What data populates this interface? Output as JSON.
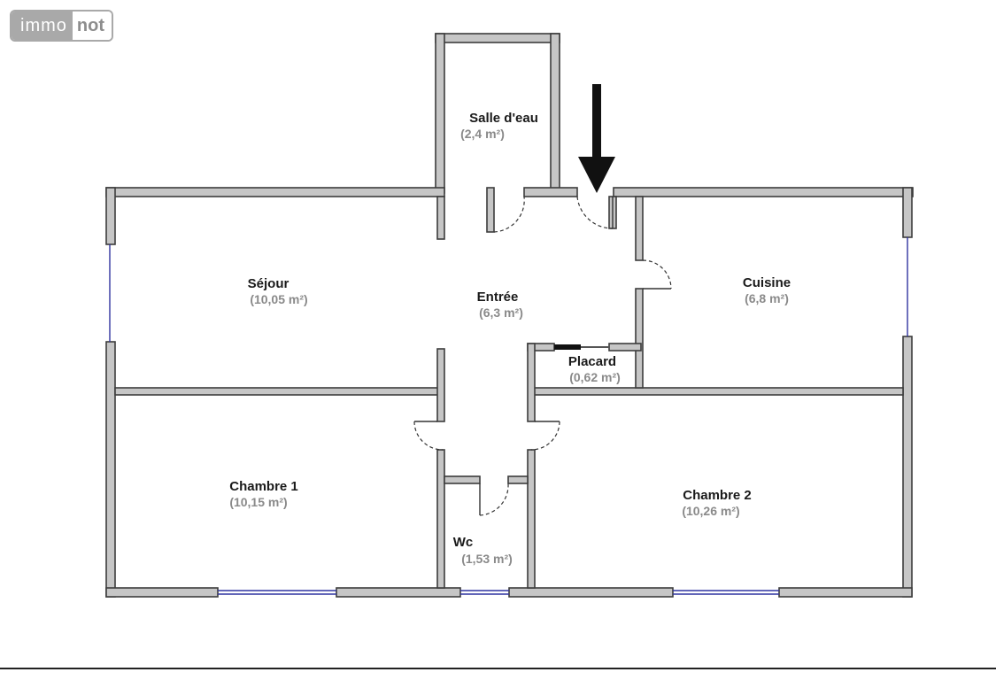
{
  "logo": {
    "part1": "immo",
    "part2": "not"
  },
  "rooms": [
    {
      "id": "salle-deau",
      "name": "Salle d'eau",
      "area": "(2,4 m²)"
    },
    {
      "id": "sejour",
      "name": "Séjour",
      "area": "(10,05 m²)"
    },
    {
      "id": "entree",
      "name": "Entrée",
      "area": "(6,3 m²)"
    },
    {
      "id": "cuisine",
      "name": "Cuisine",
      "area": "(6,8 m²)"
    },
    {
      "id": "placard",
      "name": "Placard",
      "area": "(0,62 m²)"
    },
    {
      "id": "chambre-1",
      "name": "Chambre 1",
      "area": "(10,15 m²)"
    },
    {
      "id": "chambre-2",
      "name": "Chambre 2",
      "area": "(10,26 m²)"
    },
    {
      "id": "wc",
      "name": "Wc",
      "area": "(1,53 m²)"
    }
  ],
  "colors": {
    "wall": "#c6c6c6",
    "window": "#2f33a0",
    "logo": "#a9a9a9"
  },
  "entrance_marker": "arrow-down"
}
